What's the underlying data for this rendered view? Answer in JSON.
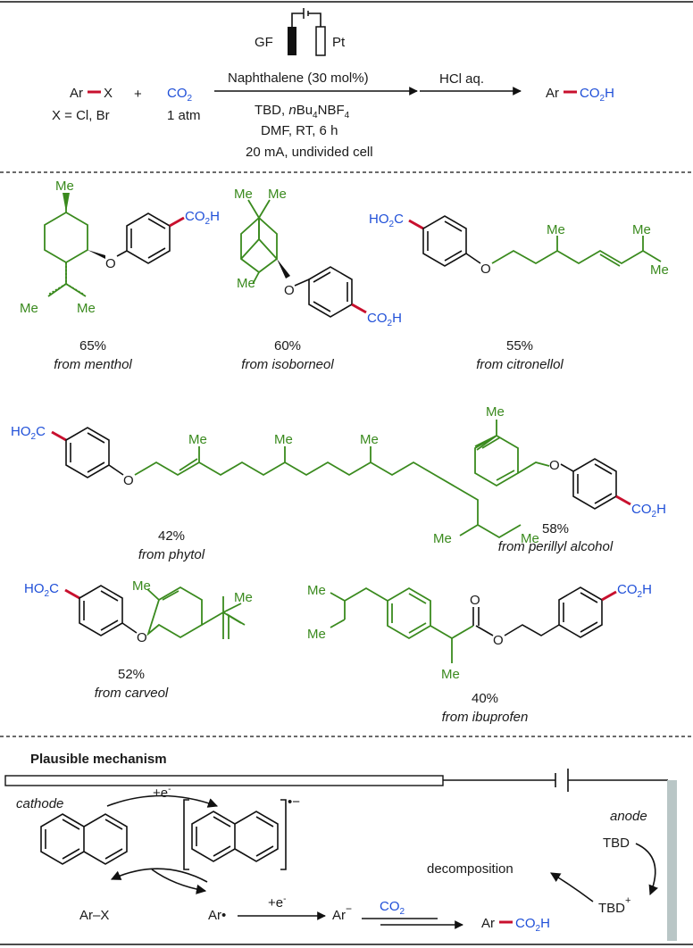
{
  "scheme": {
    "electrodes": {
      "left": "GF",
      "right": "Pt"
    },
    "reactant_1": "Ar",
    "reactant_1_x": "X",
    "reactant_1_note": "X = Cl, Br",
    "plus": "+",
    "reactant_2": "CO",
    "reactant_2_sub": "2",
    "reactant_2_note": "1 atm",
    "cond_1": "Naphthalene (30 mol%)",
    "cond_2a": "TBD, ",
    "cond_2b": "n",
    "cond_2c": "Bu",
    "cond_2d": "4",
    "cond_2e": "NBF",
    "cond_2f": "4",
    "cond_3": "DMF,  RT,  6 h",
    "cond_4": "20 mA, undivided cell",
    "step_2": "HCl aq.",
    "product_ar": "Ar",
    "product_co": "CO",
    "product_sub": "2",
    "product_h": "H"
  },
  "labels": {
    "me": "Me",
    "o": "O",
    "co2h_a": "CO",
    "co2h_b": "2",
    "co2h_c": "H",
    "ho2c_a": "HO",
    "ho2c_b": "2",
    "ho2c_c": "C"
  },
  "compounds": [
    {
      "yield": "65%",
      "source": "from menthol"
    },
    {
      "yield": "60%",
      "source": "from isoborneol"
    },
    {
      "yield": "55%",
      "source": "from citronellol"
    },
    {
      "yield": "42%",
      "source": "from phytol"
    },
    {
      "yield": "58%",
      "source": "from perillyl alcohol"
    },
    {
      "yield": "52%",
      "source": "from carveol"
    },
    {
      "yield": "40%",
      "source": "from ibuprofen"
    }
  ],
  "mechanism": {
    "title": "Plausible mechanism",
    "cathode": "cathode",
    "anode": "anode",
    "e1": "+e",
    "e1_sup": "-",
    "radical_anion_sup": "•−",
    "decomposition": "decomposition",
    "tbd": "TBD",
    "tbd_plus": "TBD",
    "tbd_plus_sup": "+",
    "arx": "Ar–X",
    "ar_radical": "Ar•",
    "e2": "+e",
    "e2_sup": "-",
    "ar_anion": "Ar",
    "ar_anion_sup": "−",
    "co2": "CO",
    "co2_sub": "2",
    "product_ar": "Ar",
    "product_co": "CO",
    "product_sub": "2",
    "product_h": "H"
  }
}
